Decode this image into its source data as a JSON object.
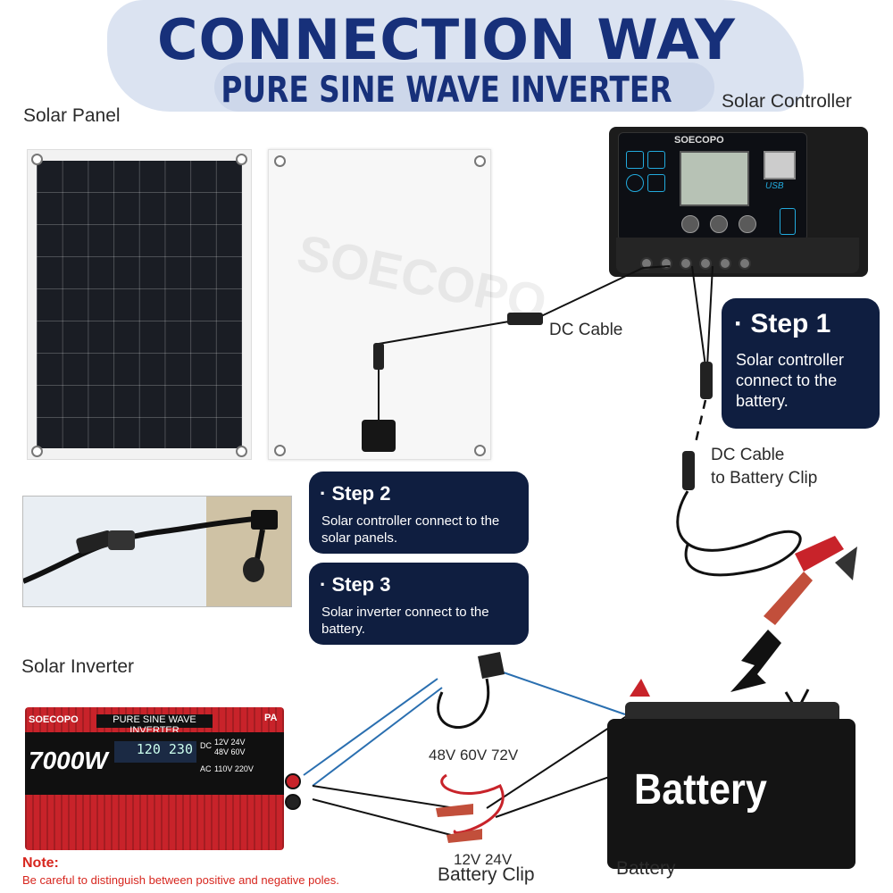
{
  "title": {
    "main": "CONNECTION WAY",
    "sub": "PURE SINE WAVE INVERTER"
  },
  "labels": {
    "solar_panel": "Solar Panel",
    "solar_controller": "Solar Controller",
    "dc_cable": "DC Cable",
    "dc_cable_clip_line1": "DC Cable",
    "dc_cable_clip_line2": "to Battery Clip",
    "solar_inverter": "Solar Inverter",
    "voltage_high": "48V 60V 72V",
    "voltage_low": "12V 24V",
    "battery_clip": "Battery Clip",
    "battery": "Battery",
    "battery_face": "Battery"
  },
  "steps": [
    {
      "title": "· Step 1",
      "lines": [
        "Solar controller",
        "connect to the",
        "battery."
      ]
    },
    {
      "title": "· Step 2",
      "lines": [
        "Solar controller connect to the",
        "solar panels."
      ]
    },
    {
      "title": "· Step 3",
      "lines": [
        "Solar inverter connect to the",
        "battery."
      ]
    }
  ],
  "note": {
    "label": "Note:",
    "text": "Be careful to distinguish between positive and negative poles."
  },
  "brand": {
    "watermark": "SOECOPO",
    "controller_logo": "SOECOPO",
    "inverter_logo": "SOECOPO"
  },
  "inverter": {
    "header": "PURE SINE WAVE INVERTER",
    "badge": "PA",
    "power": "7000W",
    "display": "120 230",
    "dc_label": "DC",
    "ac_label": "AC",
    "dc_options": [
      "12V",
      "24V",
      "48V",
      "60V"
    ],
    "ac_options": [
      "110V",
      "220V"
    ]
  },
  "controller": {
    "usb": "USB"
  },
  "colors": {
    "title": "#17307a",
    "step_box": "#0f1e40",
    "note": "#d7261e",
    "inverter_red": "#c8232a",
    "wire_blue": "#2a6fb0"
  }
}
